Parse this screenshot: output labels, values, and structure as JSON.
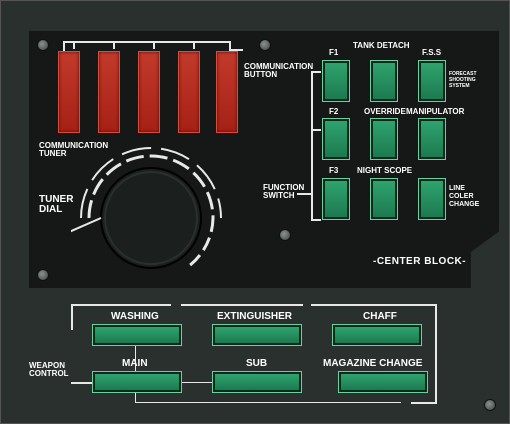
{
  "panel": {
    "communication_button_label": "COMMUNICATION\nBUTTON",
    "communication_tuner_label": "COMMUNICATION\nTUNER",
    "tuner_dial_label": "TUNER\nDIAL",
    "function_switch_label": "FUNCTION\nSWITCH",
    "center_block_label": "-CENTER BLOCK-",
    "weapon_control_label": "WEAPON\nCONTROL"
  },
  "comm_buttons": [
    "",
    "",
    "",
    "",
    ""
  ],
  "function_buttons": {
    "f1": "F1",
    "f2": "F2",
    "f3": "F3",
    "tank_detach": "TANK DETACH",
    "fss": "F.S.S",
    "fss_desc": "FORECAST\nSHOOTING\nSYSTEM",
    "override": "OVERRIDE",
    "manipulator": "MANIPULATOR",
    "night_scope": "NIGHT SCOPE",
    "line_color_change": "LINE\nCOLER\nCHANGE"
  },
  "weapon_buttons": {
    "washing": "WASHING",
    "extinguisher": "EXTINGUISHER",
    "chaff": "CHAFF",
    "main": "MAIN",
    "sub": "SUB",
    "magazine_change": "MAGAZINE CHANGE"
  }
}
